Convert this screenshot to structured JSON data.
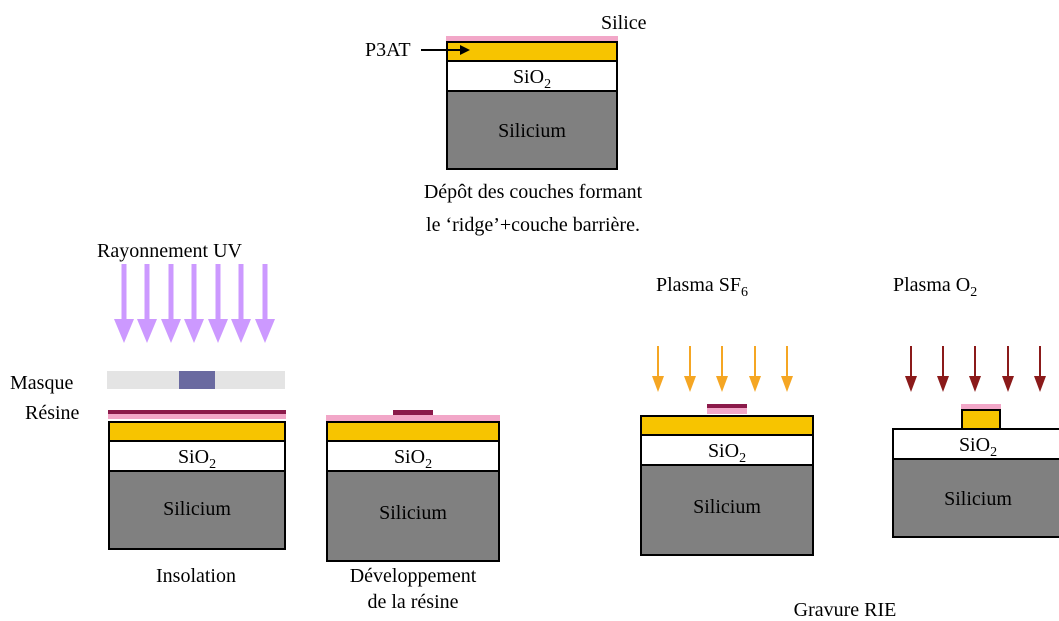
{
  "top": {
    "silice_label": "Silice",
    "p3at_label": "P3AT",
    "sio2_main": "SiO",
    "sio2_sub": "2",
    "silicium": "Silicium",
    "caption_line1": "Dépôt des couches formant",
    "caption_line2": "le ‘ridge’+couche barrière."
  },
  "insolation": {
    "uv_label": "Rayonnement UV",
    "masque_label": "Masque",
    "resine_label": "Résine",
    "sio2_main": "SiO",
    "sio2_sub": "2",
    "silicium": "Silicium",
    "caption": "Insolation"
  },
  "developpement": {
    "sio2_main": "SiO",
    "sio2_sub": "2",
    "silicium": "Silicium",
    "caption_line1": "Développement",
    "caption_line2": "de la résine"
  },
  "sf6": {
    "plasma_label_main": "Plasma SF",
    "plasma_label_sub": "6",
    "sio2_main": "SiO",
    "sio2_sub": "2",
    "silicium": "Silicium"
  },
  "o2": {
    "plasma_label_main": "Plasma O",
    "plasma_label_sub": "2",
    "sio2_main": "SiO",
    "sio2_sub": "2",
    "silicium": "Silicium"
  },
  "gravure_caption": "Gravure RIE",
  "colors": {
    "silicium": "#808080",
    "p3at": "#f7c400",
    "silice": "#f2a7c8",
    "resine": "#8b1a4a",
    "uv": "#cc99ff",
    "sf6": "#f5a623",
    "o2": "#8b1a1a",
    "mask_opaque": "#6a6aa0",
    "mask_clear": "#e4e4e4"
  }
}
